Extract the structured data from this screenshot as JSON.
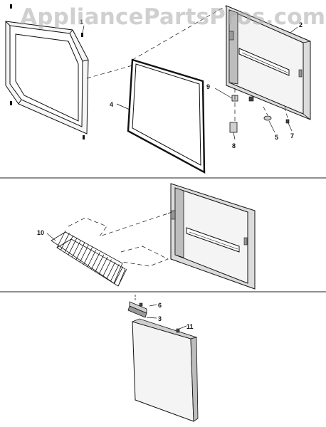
{
  "watermark": "AppliancePartsPros.com",
  "colors": {
    "line": "#111111",
    "panel": "#f4f4f4",
    "shade": "#cfcfcf",
    "watermark": "#aaaaaa"
  },
  "callouts": [
    "1",
    "2",
    "4",
    "9",
    "5",
    "7",
    "8",
    "10",
    "6",
    "3",
    "11"
  ]
}
